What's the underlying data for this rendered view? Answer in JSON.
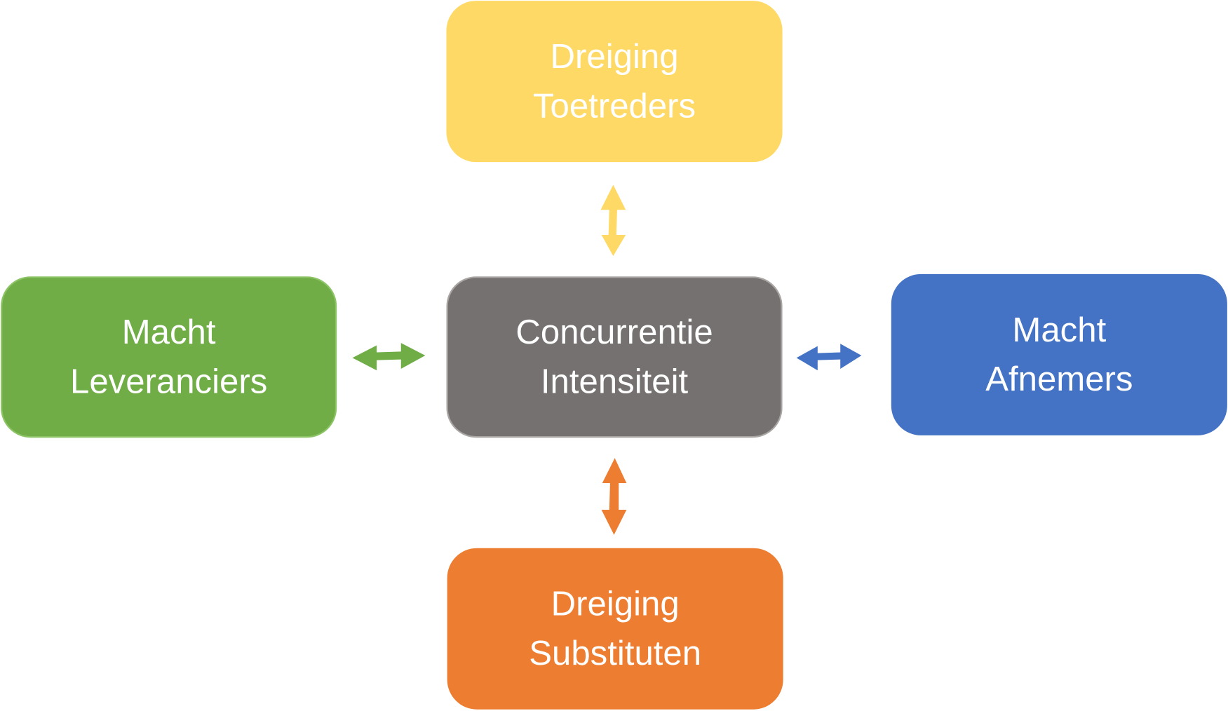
{
  "diagram": {
    "title": "Five forces of Porter",
    "center": {
      "line1": "Concurrentie",
      "line2": "Intensiteit",
      "color": "#767171"
    },
    "top": {
      "line1": "Dreiging",
      "line2": "Toetreders",
      "color": "#FFD966"
    },
    "left": {
      "line1": "Macht",
      "line2": "Leveranciers",
      "color": "#70AD47"
    },
    "right": {
      "line1": "Macht",
      "line2": "Afnemers",
      "color": "#4472C4"
    },
    "bottom": {
      "line1": "Dreiging",
      "line2": "Substituten",
      "color": "#ED7D31"
    },
    "arrows": [
      {
        "from": "top",
        "to": "center",
        "direction": "bidirectional",
        "color": "#FFD966"
      },
      {
        "from": "left",
        "to": "center",
        "direction": "bidirectional",
        "color": "#70AD47"
      },
      {
        "from": "right",
        "to": "center",
        "direction": "bidirectional",
        "color": "#4472C4"
      },
      {
        "from": "bottom",
        "to": "center",
        "direction": "bidirectional",
        "color": "#ED7D31"
      }
    ]
  }
}
